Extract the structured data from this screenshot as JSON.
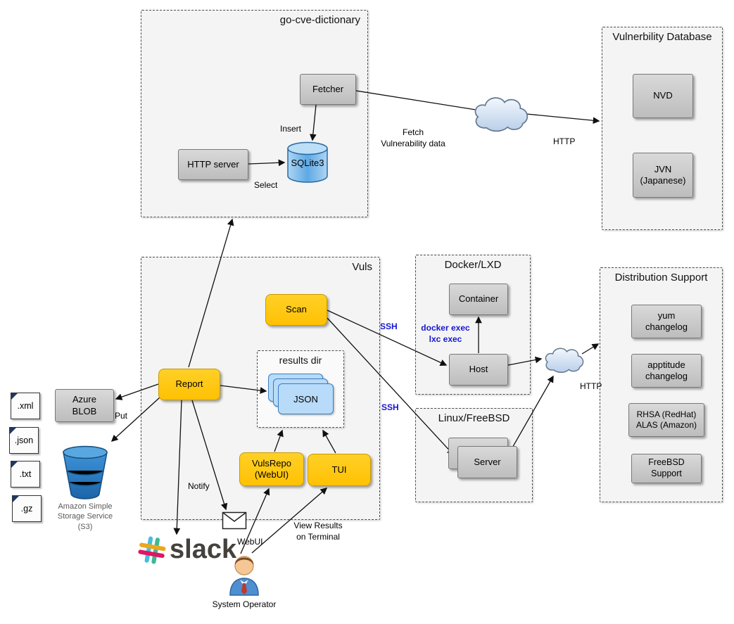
{
  "groups": {
    "go_cve_dictionary": "go-cve-dictionary",
    "vuln_db": "Vulnerbility Database",
    "vuls": "Vuls",
    "docker_lxd": "Docker/LXD",
    "linux_freebsd": "Linux/FreeBSD",
    "dist_support": "Distribution Support",
    "results_dir": "results dir"
  },
  "nodes": {
    "fetcher": "Fetcher",
    "http_server": "HTTP server",
    "sqlite3": "SQLite3",
    "nvd": "NVD",
    "jvn": "JVN\n(Japanese)",
    "scan": "Scan",
    "report": "Report",
    "json": "JSON",
    "vulsrepo": "VulsRepo\n(WebUI)",
    "tui": "TUI",
    "container": "Container",
    "host": "Host",
    "server": "Server",
    "yum_changelog": "yum\nchangelog",
    "apptitude_changelog": "apptitude\nchangelog",
    "rhsa_alas": "RHSA (RedHat)\nALAS (Amazon)",
    "freebsd_support": "FreeBSD Support",
    "azure_blob": "Azure\nBLOB",
    "slack": "slack"
  },
  "files": [
    ".xml",
    ".json",
    ".txt",
    ".gz"
  ],
  "edge_labels": {
    "insert": "Insert",
    "select": "Select",
    "fetch_vuln": "Fetch\nVulnerability data",
    "http_fetch": "HTTP",
    "http_dist": "HTTP",
    "ssh_docker": "SSH",
    "ssh_linux": "SSH",
    "docker_exec": "docker exec\nlxc exec",
    "put": "Put",
    "notify": "Notify",
    "webui": "WebUI",
    "view_results": "View Results\non Terminal"
  },
  "captions": {
    "s3": "Amazon Simple\nStorage Service\n(S3)",
    "system_operator": "System Operator"
  },
  "colors": {
    "accent_yellow": "#ffc410",
    "node_gray": "#c9c9c9",
    "json_card_blue": "#b7dbf9",
    "db_cylinder_blue": "#6fb4e9",
    "edge_label_blue": "#1616cf",
    "slack_hash_colors": [
      "#44bedf",
      "#3eb991",
      "#e9a820",
      "#e01563"
    ]
  }
}
